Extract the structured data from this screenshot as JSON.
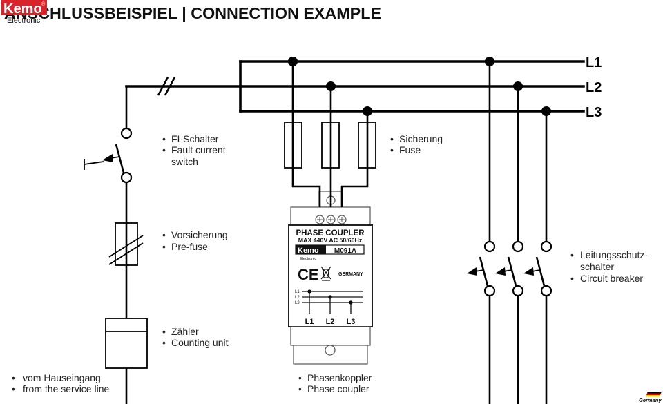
{
  "header": {
    "brand": "Kemo",
    "registered_mark": "®",
    "brand_sub": "Electronic",
    "title": "ANSCHLUSSBEISPIEL | CONNECTION EXAMPLE"
  },
  "phases": [
    "L1",
    "L2",
    "L3"
  ],
  "bullet": "•",
  "labels": {
    "fi_switch": [
      [
        "FI-Schalter"
      ],
      [
        "Fault current",
        "switch"
      ]
    ],
    "pre_fuse": [
      [
        "Vorsicherung"
      ],
      [
        "Pre-fuse"
      ]
    ],
    "counter": [
      [
        "Zähler"
      ],
      [
        "Counting unit"
      ]
    ],
    "service_line": [
      [
        "vom Hauseingang"
      ],
      [
        "from the service line"
      ]
    ],
    "fuse": [
      [
        "Sicherung"
      ],
      [
        "Fuse"
      ]
    ],
    "phase_coupler": [
      [
        "Phasenkoppler"
      ],
      [
        "Phase coupler"
      ]
    ],
    "circuit_breaker": [
      [
        "Leitungsschutz-",
        "schalter"
      ],
      [
        "Circuit breaker"
      ]
    ]
  },
  "device": {
    "name": "PHASE COUPLER",
    "rating": "MAX 440V AC 50/60Hz",
    "brand": "Kemo",
    "brand_sub": "Electronic",
    "model": "M091A",
    "conformity_mark": "CE",
    "origin": "GERMANY",
    "schematic_line_labels": [
      "L1",
      "L2",
      "L3"
    ],
    "terminal_labels": [
      "L1",
      "L2",
      "L3"
    ]
  },
  "footer": {
    "badge_text": "Germany",
    "flag_colors": [
      "#000000",
      "#dd0000",
      "#ffce00"
    ]
  },
  "colors": {
    "brand_red": "#d8242b",
    "wiring": "#000000",
    "label_text": "#222222"
  },
  "icons": {
    "disposal": "crossed-out-bin-icon",
    "conformity": "ce-mark-icon"
  }
}
